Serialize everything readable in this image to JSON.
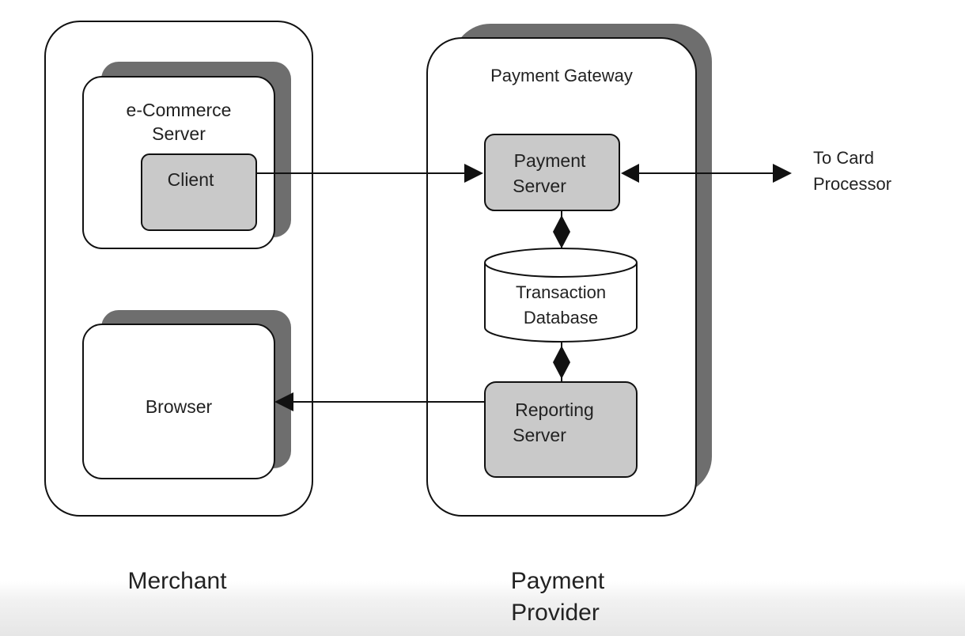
{
  "diagram": {
    "merchant": {
      "label": "Merchant",
      "ecommerce_server": {
        "line1": "e-Commerce",
        "line2": "Server"
      },
      "client": {
        "label": "Client"
      },
      "browser": {
        "label": "Browser"
      }
    },
    "payment_provider": {
      "line1": "Payment",
      "line2": "Provider",
      "gateway_title": "Payment Gateway",
      "payment_server": {
        "line1": "Payment",
        "line2": "Server"
      },
      "transaction_database": {
        "line1": "Transaction",
        "line2": "Database"
      },
      "reporting_server": {
        "line1": "Reporting",
        "line2": "Server"
      }
    },
    "external": {
      "line1": "To Card",
      "line2": "Processor"
    },
    "colors": {
      "box_fill_gray": "#c9c9c9",
      "shadow": "#6e6e6e",
      "stroke": "#111111",
      "background": "#ffffff"
    }
  }
}
